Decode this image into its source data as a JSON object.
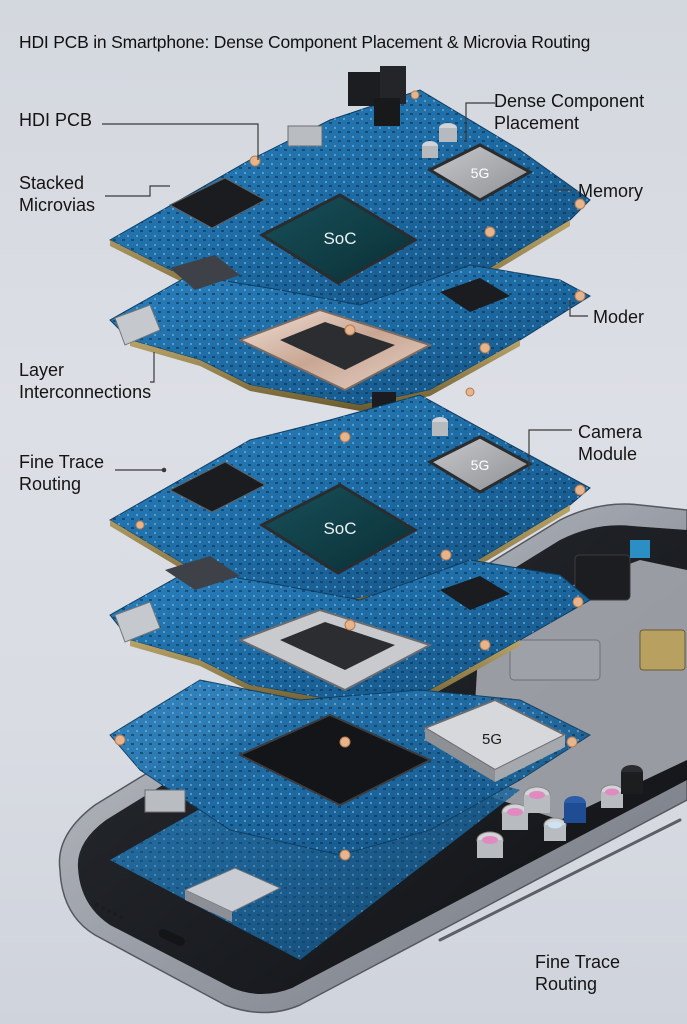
{
  "title": "HDI PCB in Smartphone: Dense Component Placement & Microvia Routing",
  "callouts": {
    "hdi_pcb": "HDI PCB",
    "stacked_microvias": "Stacked\nMicrovias",
    "layer_interconnections": "Layer\nInterconnections",
    "fine_trace_routing_left": "Fine Trace\nRouting",
    "dense_component_placement": "Dense Component\nPlacement",
    "memory": "Memory",
    "moder": "Moder",
    "camera_module": "Camera\nModule",
    "fine_trace_routing_bottom": "Fine Trace\nRouting"
  },
  "chip_labels": {
    "soc_top": "SoC",
    "fiveg_top": "5G",
    "soc_middle": "SoC",
    "fiveg_middle": "5G",
    "fiveg_bottom": "5G"
  },
  "colors": {
    "background": "#d9dce3",
    "pcb_blue": "#1f6fa8",
    "pcb_dark": "#0f3f66",
    "soc_chip": "#0f3d45",
    "fiveg_chip": "#a9abae",
    "via_pad": "#e8b48c",
    "phone_frame": "#8f929a",
    "leader_line": "#3a3a3a"
  }
}
